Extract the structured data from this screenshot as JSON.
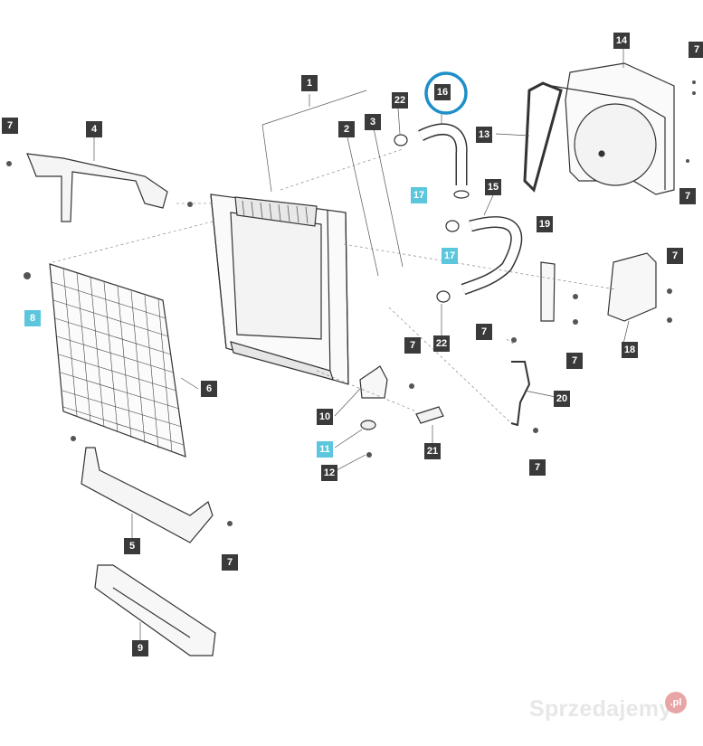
{
  "diagram": {
    "callouts": [
      {
        "id": "c1",
        "label": "1",
        "highlight": false
      },
      {
        "id": "c2",
        "label": "2",
        "highlight": false
      },
      {
        "id": "c3",
        "label": "3",
        "highlight": false
      },
      {
        "id": "c4",
        "label": "4",
        "highlight": false
      },
      {
        "id": "c5",
        "label": "5",
        "highlight": false
      },
      {
        "id": "c6",
        "label": "6",
        "highlight": false
      },
      {
        "id": "c7a",
        "label": "7",
        "highlight": false
      },
      {
        "id": "c7b",
        "label": "7",
        "highlight": false
      },
      {
        "id": "c7c",
        "label": "7",
        "highlight": false
      },
      {
        "id": "c7d",
        "label": "7",
        "highlight": false
      },
      {
        "id": "c7e",
        "label": "7",
        "highlight": false
      },
      {
        "id": "c7f",
        "label": "7",
        "highlight": false
      },
      {
        "id": "c7g",
        "label": "7",
        "highlight": false
      },
      {
        "id": "c7h",
        "label": "7",
        "highlight": false
      },
      {
        "id": "c7i",
        "label": "7",
        "highlight": false
      },
      {
        "id": "c8",
        "label": "8",
        "highlight": true
      },
      {
        "id": "c9",
        "label": "9",
        "highlight": false
      },
      {
        "id": "c10",
        "label": "10",
        "highlight": false
      },
      {
        "id": "c11",
        "label": "11",
        "highlight": true
      },
      {
        "id": "c12",
        "label": "12",
        "highlight": false
      },
      {
        "id": "c13",
        "label": "13",
        "highlight": false
      },
      {
        "id": "c14",
        "label": "14",
        "highlight": false
      },
      {
        "id": "c15",
        "label": "15",
        "highlight": false
      },
      {
        "id": "c16",
        "label": "16",
        "highlight": false
      },
      {
        "id": "c17a",
        "label": "17",
        "highlight": true
      },
      {
        "id": "c17b",
        "label": "17",
        "highlight": true
      },
      {
        "id": "c18",
        "label": "18",
        "highlight": false
      },
      {
        "id": "c19",
        "label": "19",
        "highlight": false
      },
      {
        "id": "c20",
        "label": "20",
        "highlight": false
      },
      {
        "id": "c21",
        "label": "21",
        "highlight": false
      },
      {
        "id": "c22a",
        "label": "22",
        "highlight": false
      },
      {
        "id": "c22b",
        "label": "22",
        "highlight": false
      }
    ],
    "selected_part": "16",
    "colors": {
      "callout": "#3a3a3a",
      "highlight": "#5cc7dc",
      "selection_ring": "#1e8fc8",
      "line": "#333333"
    }
  },
  "watermark": {
    "text": "Sprzedajemy",
    "badge": ".pl"
  }
}
